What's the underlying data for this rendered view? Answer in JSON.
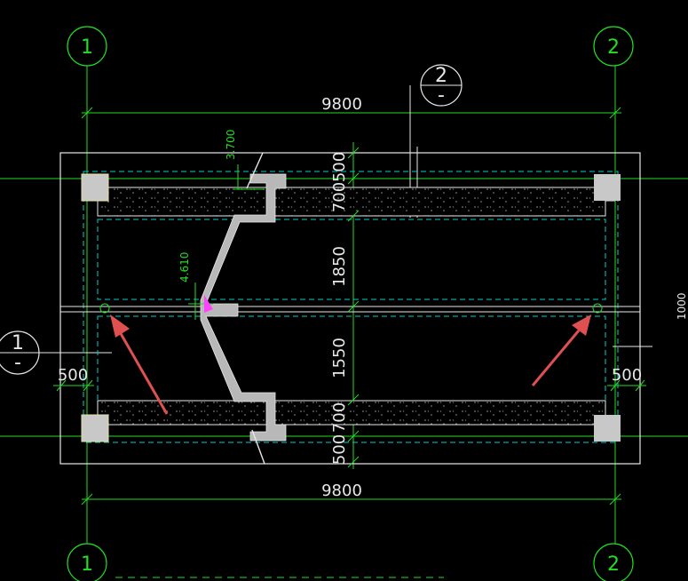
{
  "colors": {
    "background": "#000000",
    "grid_green": "#22dd22",
    "outline_white": "#e8e8e8",
    "cyan_dashed": "#00cccc",
    "slab_gray": "#b0b0b0",
    "column_gray": "#c8c8c8",
    "arrow_red": "#e05050",
    "magenta": "#ff44ff"
  },
  "axes": {
    "axis1_label": "1",
    "axis2_label": "2"
  },
  "dimensions": {
    "top_span": "9800",
    "bottom_span": "9800",
    "right_500_top": "500",
    "right_700_top": "700",
    "middle_1850": "1850",
    "middle_1550": "1550",
    "right_700_bottom": "700",
    "right_500_bottom": "500",
    "left_offset": "500",
    "right_offset": "500",
    "elev_upper": "3.700",
    "elev_lower": "4.610"
  },
  "section_marks": {
    "top_section_num": "2",
    "top_section_dash": "-",
    "left_section_num": "1",
    "left_section_dash": "-"
  },
  "edge_text": {
    "right_cut": "1000"
  }
}
